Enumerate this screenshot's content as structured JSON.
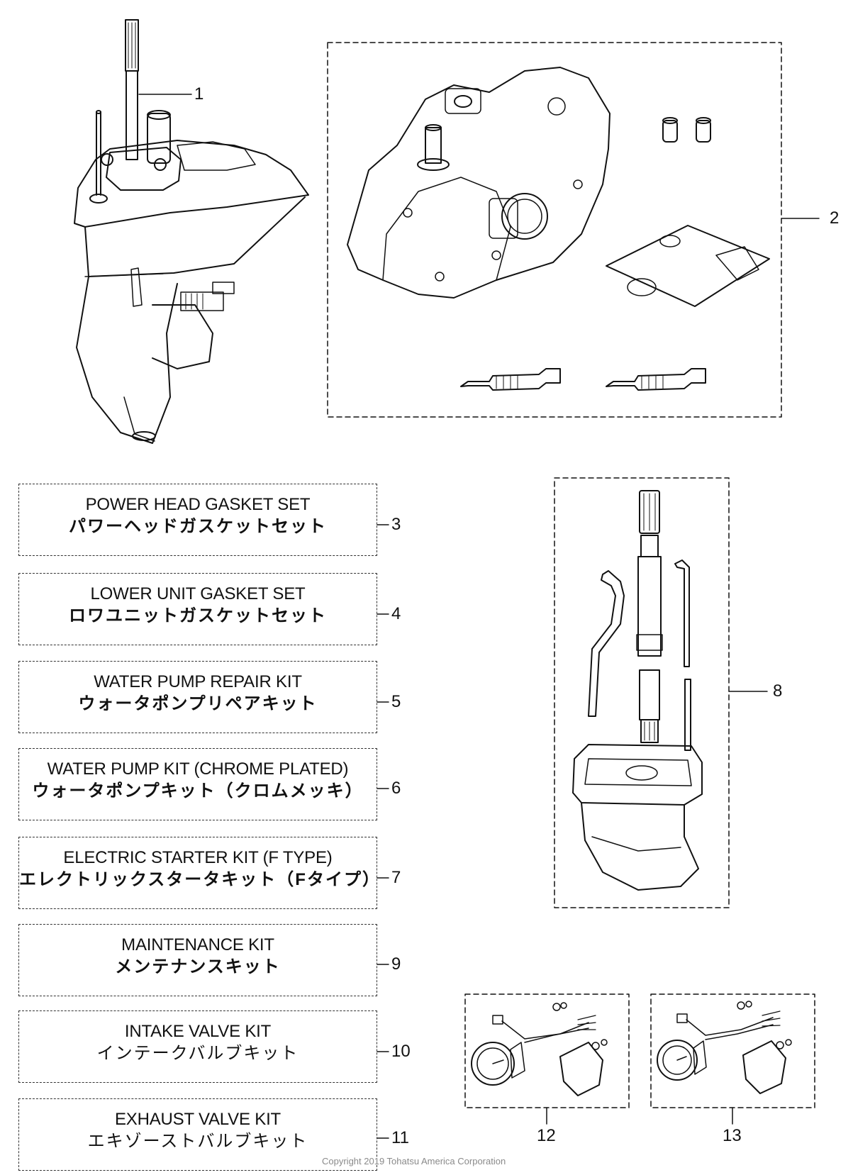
{
  "callouts": {
    "n1": "1",
    "n2": "2",
    "n3": "3",
    "n4": "4",
    "n5": "5",
    "n6": "6",
    "n7": "7",
    "n8": "8",
    "n9": "9",
    "n10": "10",
    "n11": "11",
    "n12": "12",
    "n13": "13"
  },
  "kits": [
    {
      "en": "POWER HEAD GASKET SET",
      "jp": "パワーヘッドガスケットセット"
    },
    {
      "en": "LOWER UNIT GASKET SET",
      "jp": "ロワユニットガスケットセット"
    },
    {
      "en": "WATER PUMP REPAIR KIT",
      "jp": "ウォータポンプリペアキット"
    },
    {
      "en": "WATER PUMP KIT (CHROME PLATED)",
      "jp": "ウォータポンプキット（クロムメッキ）"
    },
    {
      "en": "ELECTRIC STARTER KIT (F TYPE)",
      "jp": "エレクトリックスタータキット（Fタイプ）"
    },
    {
      "en": "MAINTENANCE KIT",
      "jp": "メンテナンスキット"
    },
    {
      "en": "INTAKE VALVE KIT",
      "jp": "インテークバルブキット"
    },
    {
      "en": "EXHAUST VALVE KIT",
      "jp": "エキゾーストバルブキット"
    }
  ],
  "copyright": "Copyright 2019 Tohatsu America Corporation"
}
